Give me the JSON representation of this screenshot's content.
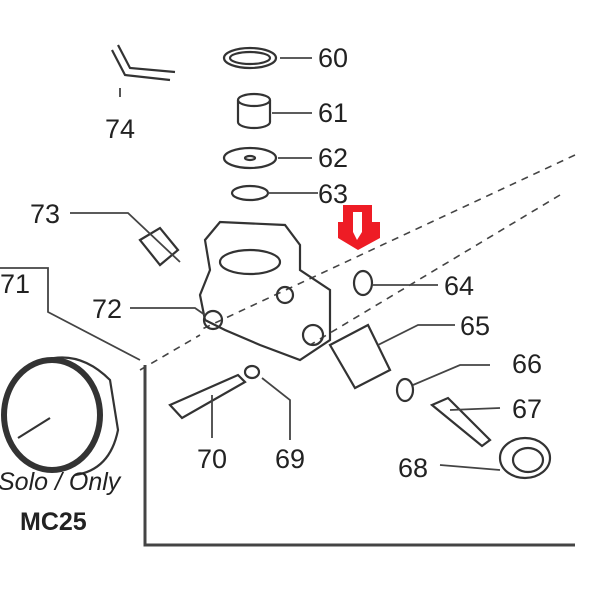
{
  "diagram": {
    "part_labels": [
      "60",
      "61",
      "62",
      "63",
      "64",
      "65",
      "66",
      "67",
      "68",
      "69",
      "70",
      "71",
      "72",
      "73",
      "74"
    ],
    "note_line1": "Solo / Only",
    "note_line2": "MC25",
    "marker_color": "#ee1c25",
    "marker_icon": "arrow-down-icon"
  }
}
